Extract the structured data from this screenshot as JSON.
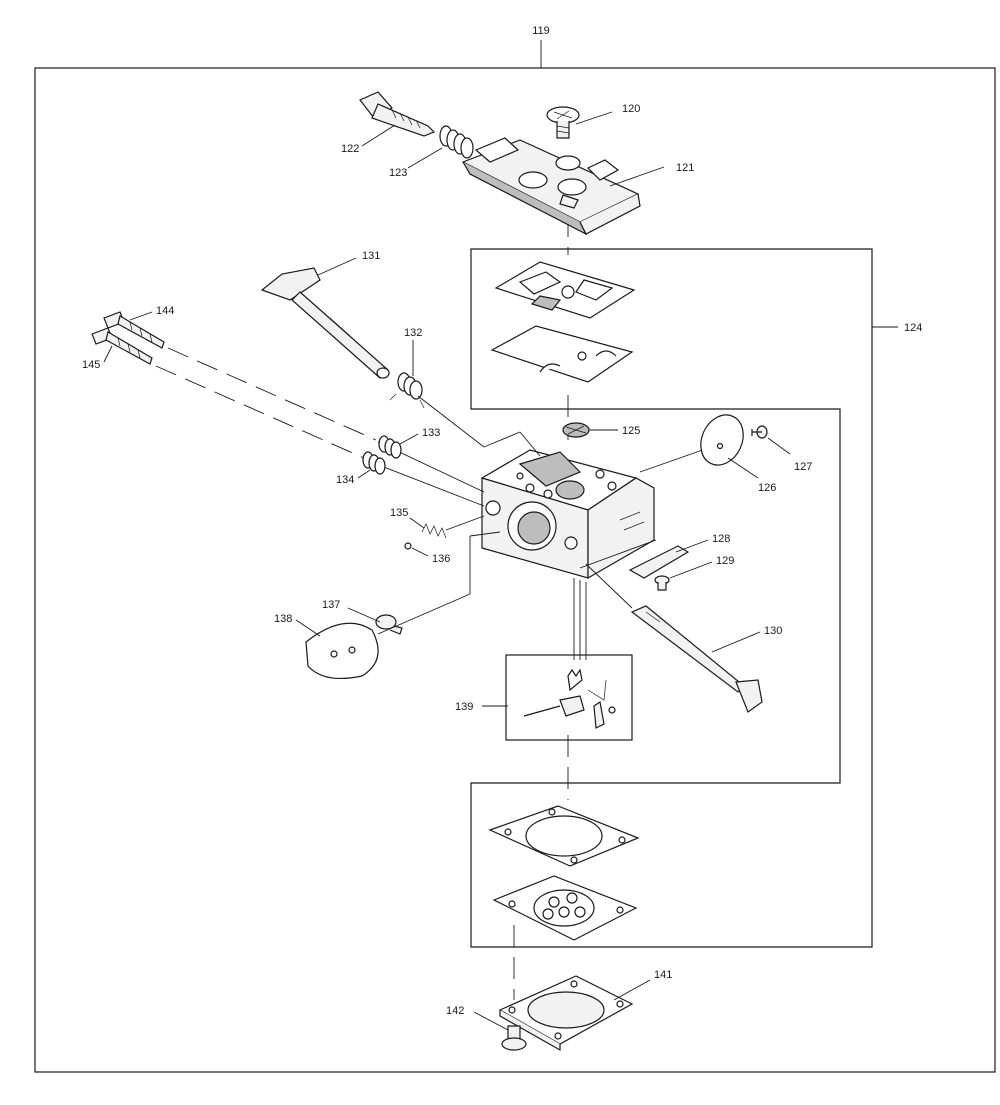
{
  "diagram": {
    "assembly_label": "119",
    "labels": [
      {
        "id": "120",
        "text": "120"
      },
      {
        "id": "121",
        "text": "121"
      },
      {
        "id": "122",
        "text": "122"
      },
      {
        "id": "123",
        "text": "123"
      },
      {
        "id": "124",
        "text": "124"
      },
      {
        "id": "125",
        "text": "125"
      },
      {
        "id": "126",
        "text": "126"
      },
      {
        "id": "127",
        "text": "127"
      },
      {
        "id": "128",
        "text": "128"
      },
      {
        "id": "129",
        "text": "129"
      },
      {
        "id": "130",
        "text": "130"
      },
      {
        "id": "131",
        "text": "131"
      },
      {
        "id": "132",
        "text": "132"
      },
      {
        "id": "133",
        "text": "133"
      },
      {
        "id": "134",
        "text": "134"
      },
      {
        "id": "135",
        "text": "135"
      },
      {
        "id": "136",
        "text": "136"
      },
      {
        "id": "137",
        "text": "137"
      },
      {
        "id": "138",
        "text": "138"
      },
      {
        "id": "139",
        "text": "139"
      },
      {
        "id": "141",
        "text": "141"
      },
      {
        "id": "142",
        "text": "142"
      },
      {
        "id": "144",
        "text": "144"
      },
      {
        "id": "145",
        "text": "145"
      }
    ]
  }
}
